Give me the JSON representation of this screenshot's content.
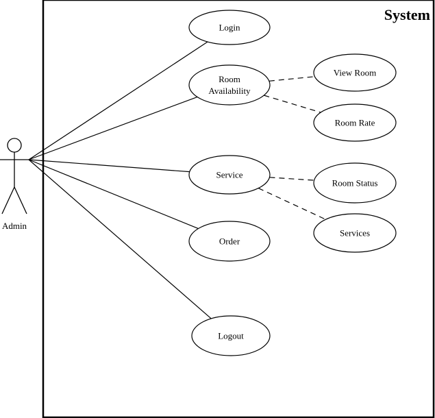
{
  "system": {
    "title": "System"
  },
  "actor": {
    "name": "Admin",
    "icon": "stick-figure-icon"
  },
  "use_cases": [
    {
      "id": "login",
      "label_lines": [
        "Login"
      ]
    },
    {
      "id": "room-availability",
      "label_lines": [
        "Room",
        "Availability"
      ]
    },
    {
      "id": "view-room",
      "label_lines": [
        "View Room"
      ]
    },
    {
      "id": "room-rate",
      "label_lines": [
        "Room Rate"
      ]
    },
    {
      "id": "service",
      "label_lines": [
        "Service"
      ]
    },
    {
      "id": "room-status",
      "label_lines": [
        "Room Status"
      ]
    },
    {
      "id": "services",
      "label_lines": [
        "Services"
      ]
    },
    {
      "id": "order",
      "label_lines": [
        "Order"
      ]
    },
    {
      "id": "logout",
      "label_lines": [
        "Logout"
      ]
    }
  ],
  "associations": [
    {
      "from": "Admin",
      "to": "login"
    },
    {
      "from": "Admin",
      "to": "room-availability"
    },
    {
      "from": "Admin",
      "to": "service"
    },
    {
      "from": "Admin",
      "to": "order"
    },
    {
      "from": "Admin",
      "to": "logout"
    }
  ],
  "dependencies": [
    {
      "from": "room-availability",
      "to": "view-room",
      "style": "dashed"
    },
    {
      "from": "room-availability",
      "to": "room-rate",
      "style": "dashed"
    },
    {
      "from": "service",
      "to": "room-status",
      "style": "dashed"
    },
    {
      "from": "service",
      "to": "services",
      "style": "dashed"
    }
  ]
}
